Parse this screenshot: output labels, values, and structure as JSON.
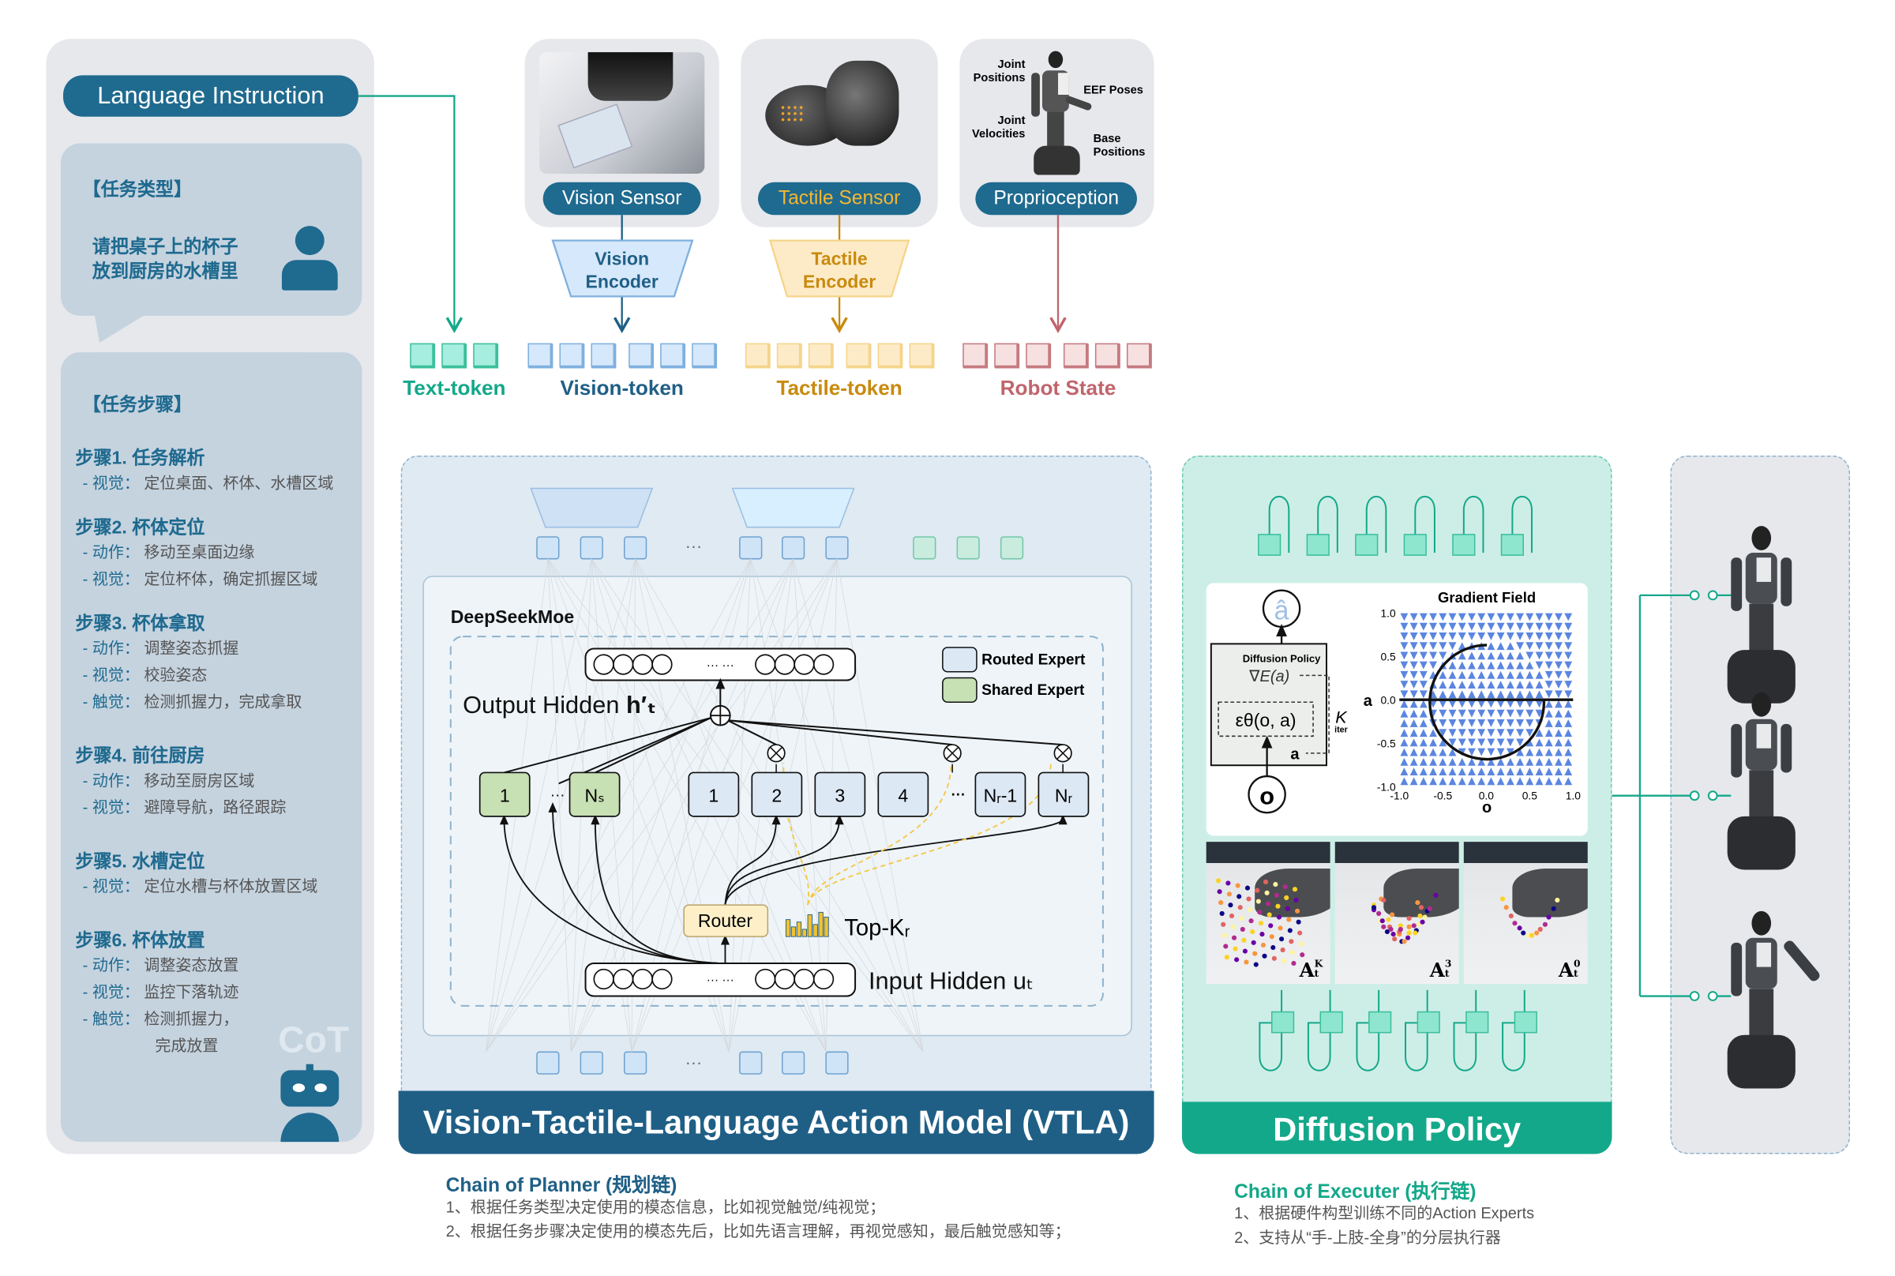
{
  "language_panel": {
    "pill": "Language Instruction",
    "task_type_header": "【任务类型】",
    "instruction_line1": "请把桌子上的杯子",
    "instruction_line2": "放到厨房的水槽里",
    "steps_header": "【任务步骤】",
    "steps": [
      {
        "title": "步骤1.  任务解析",
        "lines": [
          {
            "k": "- 视觉：",
            "v": "定位桌面、杯体、水槽区域"
          }
        ]
      },
      {
        "title": "步骤2.  杯体定位",
        "lines": [
          {
            "k": "- 动作：",
            "v": "移动至桌面边缘"
          },
          {
            "k": "- 视觉：",
            "v": "定位杯体，确定抓握区域"
          }
        ]
      },
      {
        "title": "步骤3.  杯体拿取",
        "lines": [
          {
            "k": "- 动作：",
            "v": "调整姿态抓握"
          },
          {
            "k": "- 视觉：",
            "v": "校验姿态"
          },
          {
            "k": "- 触觉：",
            "v": "检测抓握力，完成拿取"
          }
        ]
      },
      {
        "title": "步骤4.  前往厨房",
        "lines": [
          {
            "k": "- 动作：",
            "v": "移动至厨房区域"
          },
          {
            "k": "- 视觉：",
            "v": "避障导航，路径跟踪"
          }
        ]
      },
      {
        "title": "步骤5.  水槽定位",
        "lines": [
          {
            "k": "- 视觉：",
            "v": "定位水槽与杯体放置区域"
          }
        ]
      },
      {
        "title": "步骤6.  杯体放置",
        "lines": [
          {
            "k": "- 动作：",
            "v": "调整姿态放置"
          },
          {
            "k": "- 视觉：",
            "v": "监控下落轨迹"
          },
          {
            "k": "- 触觉：",
            "v": "检测抓握力，"
          },
          {
            "k": "",
            "v": "完成放置"
          }
        ]
      }
    ],
    "cot_badge": "CoT"
  },
  "sensors": {
    "vision": {
      "label": "Vision Sensor",
      "encoder": [
        "Vision",
        "Encoder"
      ],
      "token_label": "Vision-token"
    },
    "tactile": {
      "label": "Tactile Sensor",
      "encoder": [
        "Tactile",
        "Encoder"
      ],
      "token_label": "Tactile-token"
    },
    "proprioception": {
      "label": "Proprioception",
      "annotations": [
        "Joint Positions",
        "Joint Velocities",
        "EEF Poses",
        "Base Positions"
      ],
      "token_label": "Robot State"
    },
    "text_token_label": "Text-token"
  },
  "vtla": {
    "title": "Vision-Tactile-Language Action Model (VTLA)",
    "moe_title": "DeepSeekMoe",
    "output_hidden": "Output Hidden ",
    "output_symbol": "h′ₜ",
    "input_hidden": "Input Hidden uₜ",
    "router": "Router",
    "topk": "Top-Kᵣ",
    "legend": [
      "Routed Expert",
      "Shared Expert"
    ],
    "shared_experts": [
      "1",
      "···",
      "Nₛ"
    ],
    "routed_experts": [
      "1",
      "2",
      "3",
      "4",
      "···",
      "Nᵣ-1",
      "Nᵣ"
    ],
    "ellipsis": "···",
    "dots": "··· ···"
  },
  "diffusion": {
    "title": "Diffusion Policy",
    "inner_title": "Diffusion Policy",
    "grad_energy": "∇E(a)",
    "eps": "εθ(o, a)",
    "k_label": "K",
    "iter_label": "iter",
    "a_hat": "â",
    "a_label": "a",
    "o_label": "o",
    "plot": {
      "title": "Gradient Field",
      "xlabel": "o",
      "ylabel": "a",
      "xticks": [
        "-1.0",
        "-0.5",
        "0.0",
        "0.5",
        "1.0"
      ],
      "yticks": [
        "1.0",
        "0.5",
        "0.0",
        "-0.5",
        "-1.0"
      ],
      "arrow_color": "#5b86e0"
    },
    "frames": [
      "A",
      "A",
      "A"
    ],
    "frame_sup": [
      "K",
      "3",
      "0"
    ],
    "frame_sub": [
      "t",
      "t",
      "t"
    ]
  },
  "chain_planner": {
    "title": "Chain of Planner (规划链)",
    "lines": [
      "1、根据任务类型决定使用的模态信息，比如视觉触觉/纯视觉；",
      "2、根据任务步骤决定使用的模态先后，比如先语言理解，再视觉感知，最后触觉感知等；"
    ]
  },
  "chain_executer": {
    "title": "Chain of Executer (执行链)",
    "lines": [
      "1、根据硬件构型训练不同的Action Experts",
      "2、支持从“手-上肢-全身”的分层执行器"
    ]
  },
  "colors": {
    "primary": "#1f6a8f",
    "teal": "#14a88a",
    "tactile": "#c98a0e",
    "robot": "#c0646c"
  }
}
